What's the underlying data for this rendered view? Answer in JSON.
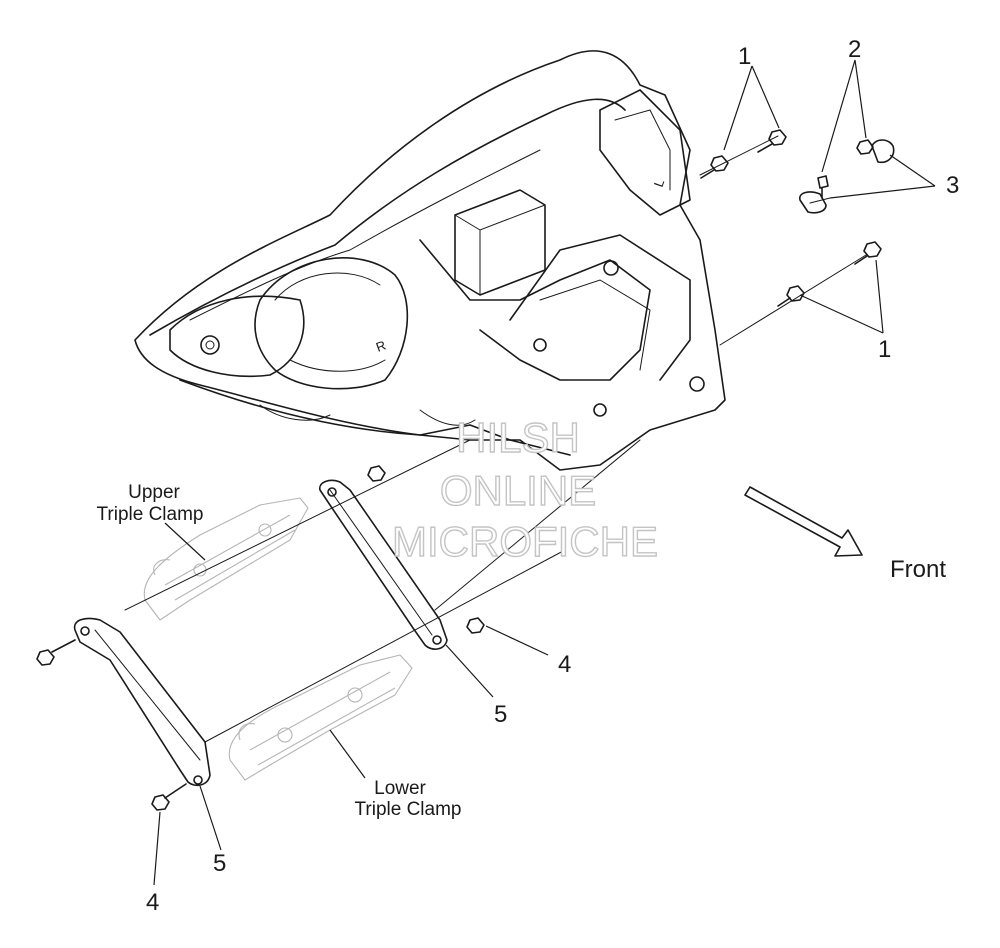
{
  "callouts": {
    "c1_top": "1",
    "c2": "2",
    "c3": "3",
    "c1_right": "1",
    "c4_mid": "4",
    "c5_mid": "5",
    "c5_bottom": "5",
    "c4_bottom": "4"
  },
  "labels": {
    "upper_line1": "Upper",
    "upper_line2": "Triple Clamp",
    "lower_line1": "Lower",
    "lower_line2": "Triple Clamp",
    "front": "Front"
  },
  "watermark": {
    "line1": "HILSH",
    "line2": "ONLINE",
    "line3": "MICROFICHE"
  },
  "housing_marks": {
    "r": "R",
    "l": "L"
  }
}
